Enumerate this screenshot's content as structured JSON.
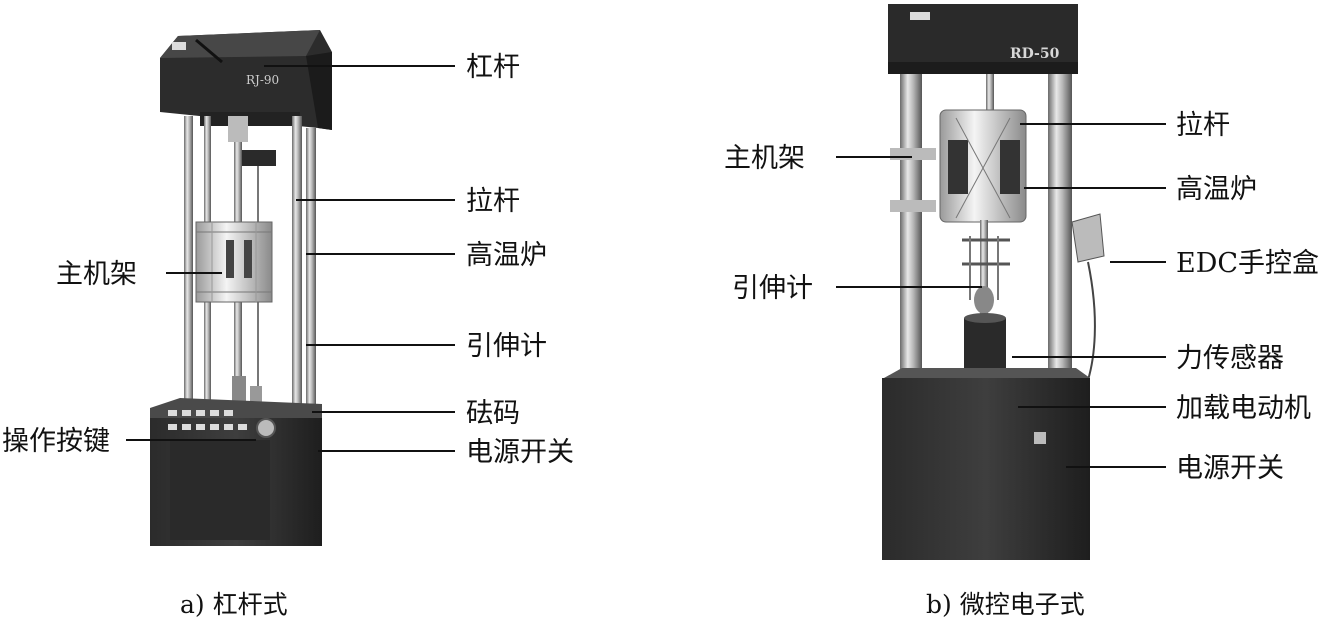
{
  "machine_a": {
    "caption": "a) 杠杆式",
    "model": "RJ-90",
    "labels": {
      "lever": "杠杆",
      "pull_rod": "拉杆",
      "main_frame": "主机架",
      "furnace": "高温炉",
      "extensometer": "引伸计",
      "weights": "砝码",
      "operation_keys": "操作按键",
      "power_switch": "电源开关"
    }
  },
  "machine_b": {
    "caption": "b) 微控电子式",
    "model": "RD-50",
    "labels": {
      "pull_rod": "拉杆",
      "main_frame": "主机架",
      "furnace": "高温炉",
      "edc_box": "EDC手控盒",
      "extensometer": "引伸计",
      "force_sensor": "力传感器",
      "motor": "加载电动机",
      "power_switch": "电源开关"
    }
  }
}
